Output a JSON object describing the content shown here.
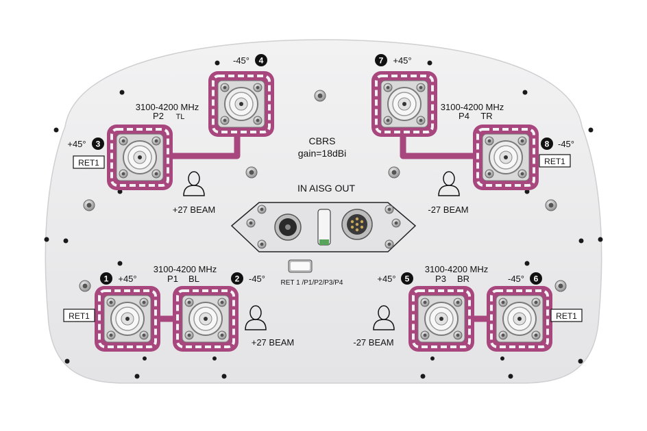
{
  "center": {
    "band": "CBRS",
    "gain": "gain=18dBi",
    "aisg_label": "IN AISG OUT",
    "ret_selector_label": "RET 1 /P1/P2/P3/P4"
  },
  "colors": {
    "panel": "#ebebec",
    "connector_frame": "#a8467e",
    "connector_body": "#d9d9d9"
  },
  "ports": [
    {
      "number": "1",
      "polarization": "+45°"
    },
    {
      "number": "2",
      "polarization": "-45°"
    },
    {
      "number": "3",
      "polarization": "+45°"
    },
    {
      "number": "4",
      "polarization": "-45°"
    },
    {
      "number": "5",
      "polarization": "+45°"
    },
    {
      "number": "6",
      "polarization": "-45°"
    },
    {
      "number": "7",
      "polarization": "+45°"
    },
    {
      "number": "8",
      "polarization": "-45°"
    }
  ],
  "groups": {
    "tl": {
      "freq": "3100-4200 MHz",
      "name": "P2",
      "pos": "TL"
    },
    "tr": {
      "freq": "3100-4200 MHz",
      "name": "P4",
      "pos": "TR"
    },
    "bl": {
      "freq": "3100-4200 MHz",
      "name": "P1",
      "pos": "BL"
    },
    "br": {
      "freq": "3100-4200 MHz",
      "name": "P3",
      "pos": "BR"
    }
  },
  "ret_labels": {
    "tl": "RET1",
    "tr": "RET1",
    "bl": "RET1",
    "br": "RET1"
  },
  "beams": {
    "tl": "+27 BEAM",
    "tr": "-27 BEAM",
    "bl": "+27 BEAM",
    "br": "-27 BEAM"
  }
}
